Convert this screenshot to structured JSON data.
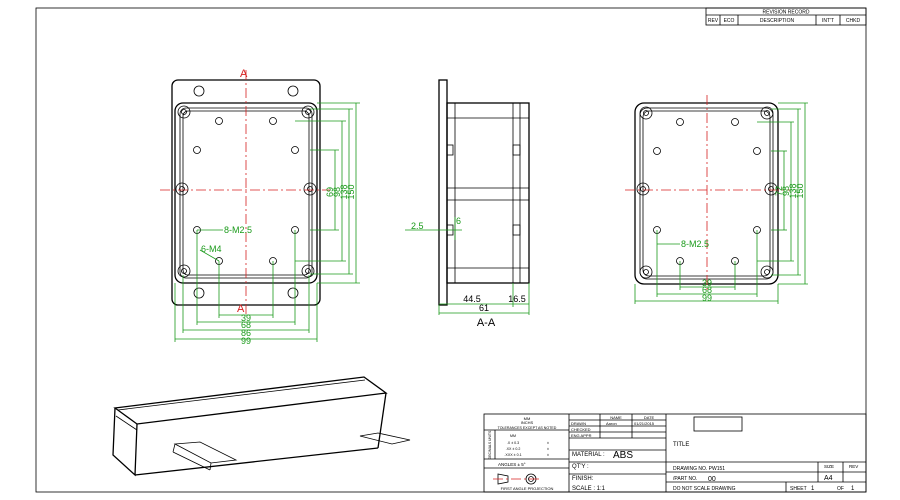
{
  "revision_record": {
    "title": "REVISION RECORD",
    "headers": [
      "REV",
      "ECO",
      "DESCRIPTION",
      "INT'T",
      "CHKD"
    ]
  },
  "front_view": {
    "section_marker": "A",
    "dims_vertical": [
      "69",
      "98",
      "138",
      "150"
    ],
    "dims_horizontal": [
      "39",
      "68",
      "86",
      "99"
    ],
    "holes_label_1": "8-M2.5",
    "holes_label_2": "6-M4"
  },
  "side_view": {
    "dim_left": "2.5",
    "dim_step": "6",
    "dim_depth_1": "44.5",
    "dim_depth_2": "16.5",
    "dim_total": "61",
    "section_label": "A-A"
  },
  "rear_view": {
    "dims_vertical": [
      "72",
      "98",
      "138",
      "150"
    ],
    "dims_horizontal": [
      "39",
      "68",
      "99"
    ],
    "holes_label": "8-M2.5"
  },
  "title_block": {
    "units_title": "MM",
    "units_sub": "INCHS",
    "tolerance_note": "TOLERANCES EXCEPT AS NOTED",
    "tolerance_side_label": "DECIMALS UNITS",
    "tolerance_rows": [
      {
        "label": "MM",
        "value": ""
      },
      {
        "label": ".X ± 0.3",
        "value": "±"
      },
      {
        "label": ".XX ± 0.2",
        "value": "±"
      },
      {
        "label": ".XXX ± 0.1",
        "value": "±"
      }
    ],
    "angles": "ANGLES ± 5°",
    "projection": "FIRST ANGLE PROJECTION",
    "col_name": "NAME",
    "col_date": "DATE",
    "drawn_label": "DRAWN",
    "drawn_name": "Aaron",
    "drawn_date": "01/21/2015",
    "checked_label": "CHECKED",
    "eng_appr_label": "ENG APPR",
    "material_label": "MATERIAL :",
    "material_value": "ABS",
    "qty_label": "QT'Y :",
    "finish_label": "FINISH:",
    "scale_label": "SCALE : 1:1",
    "title_label": "TITLE",
    "drawing_no": "DRAWING NO. PW151",
    "part_no": "/PART NO.",
    "part_no_value": "00",
    "size_label": "SIZE",
    "size_value": "A4",
    "rev_label": "REV",
    "no_scale": "DO NOT SCALE DRAWING",
    "sheet_label": "SHEET",
    "sheet_value": "1",
    "of_label": "OF",
    "of_value": "1"
  }
}
